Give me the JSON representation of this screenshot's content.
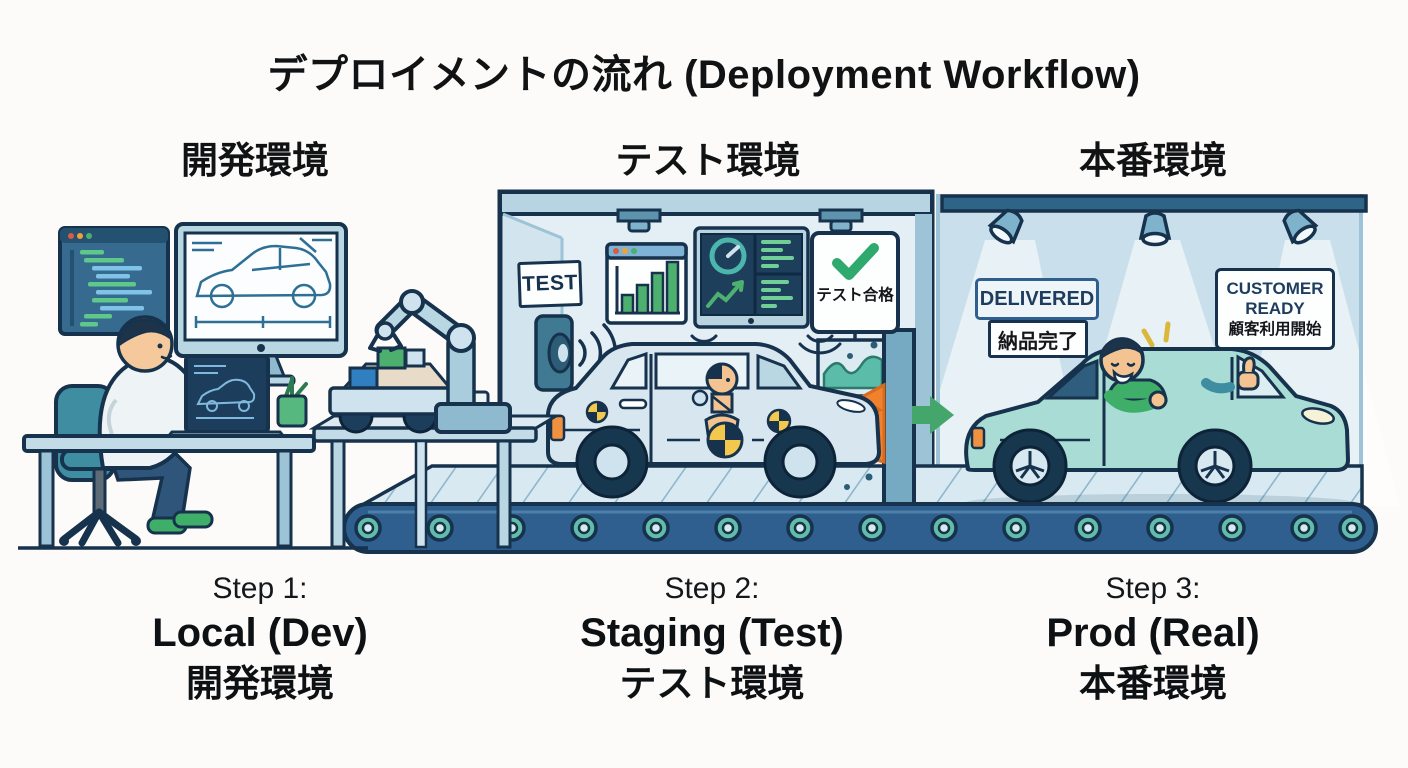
{
  "title": "デプロイメントの流れ (Deployment Workflow)",
  "stages": {
    "dev": {
      "header": "開発環境",
      "step_label": "Step 1:",
      "step_name": "Local (Dev)",
      "step_jp": "開発環境"
    },
    "test": {
      "header": "テスト環境",
      "step_label": "Step 2:",
      "step_name": "Staging (Test)",
      "step_jp": "テスト環境",
      "test_sign": "TEST",
      "pass_sign": "テスト合格"
    },
    "prod": {
      "header": "本番環境",
      "step_label": "Step 3:",
      "step_name": "Prod (Real)",
      "step_jp": "本番環境",
      "delivered_sign": "DELIVERED",
      "delivered_jp": "納品完了",
      "customer_ready_line1": "CUSTOMER",
      "customer_ready_line2": "READY",
      "customer_ready_jp": "顧客利用開始"
    }
  },
  "colors": {
    "outline_navy": "#16324c",
    "panel_blue": "#cfe3ee",
    "screen_dark": "#1d3f5c",
    "accent_green": "#2fa96d",
    "accent_teal": "#5cbcaa",
    "accent_orange": "#f0822e",
    "mint_car": "#a9dcd5",
    "conveyor_band": "#2e5f8e"
  }
}
